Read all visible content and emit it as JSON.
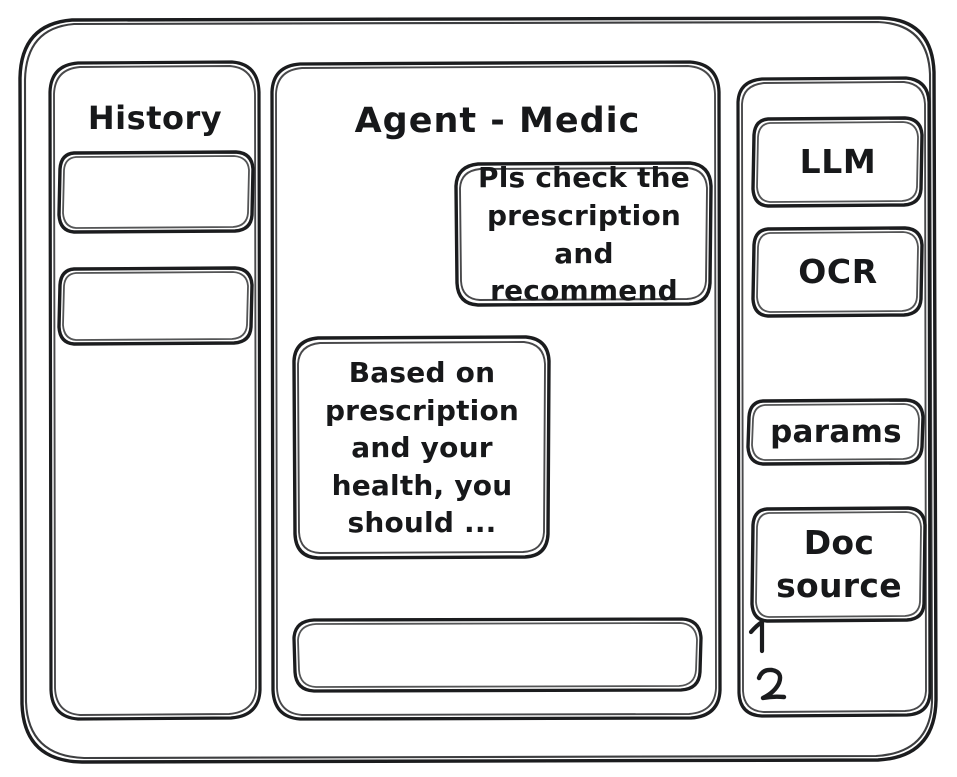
{
  "window": {
    "name": "wireframe-window",
    "background": "#ffffff",
    "stroke": "#1b1c1e"
  },
  "sidebar_left": {
    "title": "History",
    "items": [
      {
        "label": "",
        "name": "history-item-1"
      },
      {
        "label": "",
        "name": "history-item-2"
      }
    ]
  },
  "main": {
    "title": "Agent - Medic",
    "messages": [
      {
        "role": "user",
        "text": "Pls check the\nprescription\nand recommend"
      },
      {
        "role": "assistant",
        "text": "Based on\nprescription\nand your\nhealth, you\nshould ..."
      }
    ],
    "composer": {
      "value": "",
      "placeholder": ""
    }
  },
  "sidebar_right": {
    "cards": [
      {
        "label": "LLM",
        "name": "llm-card"
      },
      {
        "label": "OCR",
        "name": "ocr-card"
      },
      {
        "label": "params",
        "name": "params-card"
      },
      {
        "label": "Doc\nsource",
        "name": "doc-source-card"
      }
    ],
    "source_list": [
      {
        "label": "1",
        "name": "doc-source-item-1"
      },
      {
        "label": "2",
        "name": "doc-source-item-2"
      }
    ]
  }
}
